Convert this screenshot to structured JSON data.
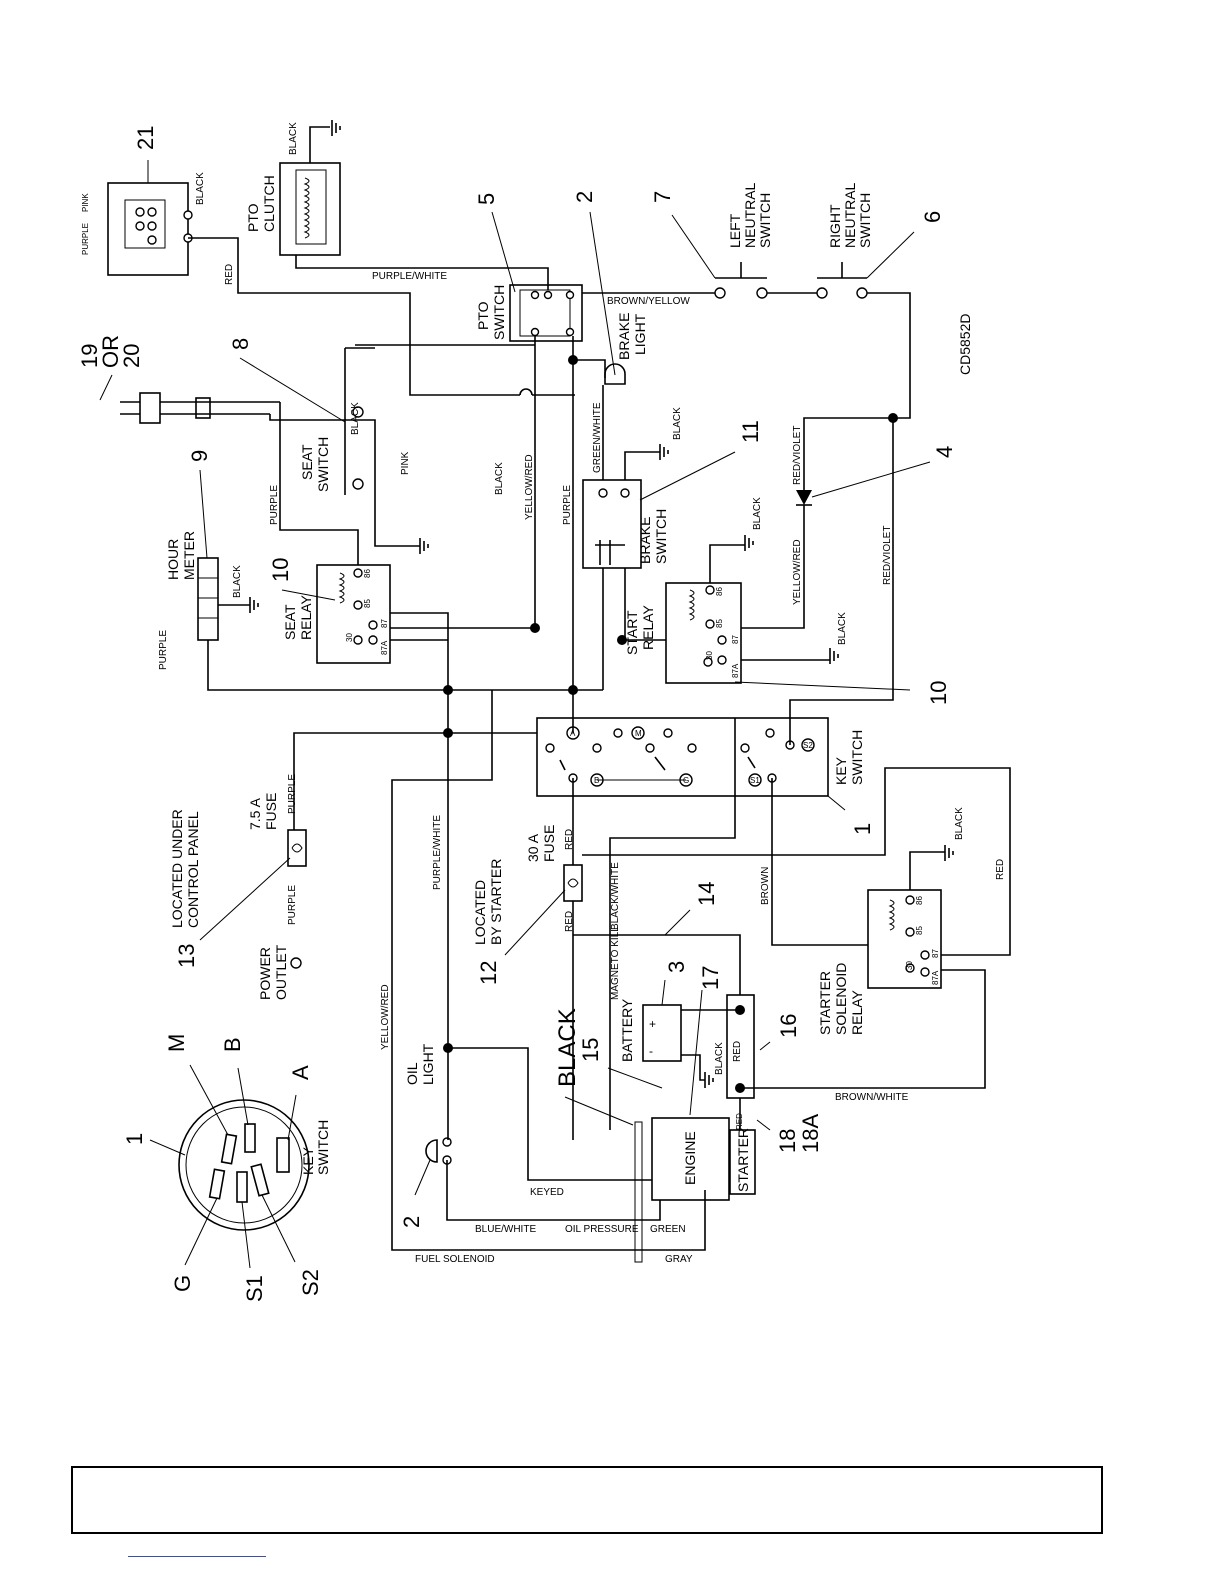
{
  "diagram": {
    "code": "CD5852D",
    "callouts": {
      "c1": "1",
      "c1b": "1",
      "c2a": "2",
      "c2b": "2",
      "c3": "3",
      "c4": "4",
      "c5": "5",
      "c6": "6",
      "c7": "7",
      "c8": "8",
      "c9": "9",
      "c10a": "10",
      "c10b": "10",
      "c11": "11",
      "c12": "12",
      "c13": "13",
      "c14": "14",
      "c15": "15",
      "c16": "16",
      "c17": "17",
      "c18": "18",
      "c18a": "18A",
      "c19": "19",
      "c19or": "OR",
      "c20": "20",
      "c21": "21"
    },
    "keyswitch_pins": {
      "M": "M",
      "B": "B",
      "A": "A",
      "G": "G",
      "S1": "S1",
      "S2": "S2",
      "label1": "KEY",
      "label2": "SWITCH"
    },
    "components": {
      "pto_clutch": [
        "PTO",
        "CLUTCH"
      ],
      "pto_switch": [
        "PTO",
        "SWITCH"
      ],
      "brake_light": [
        "BRAKE",
        "LIGHT"
      ],
      "left_neutral": [
        "LEFT",
        "NEUTRAL",
        "SWITCH"
      ],
      "right_neutral": [
        "RIGHT",
        "NEUTRAL",
        "SWITCH"
      ],
      "seat_switch": [
        "SEAT",
        "SWITCH"
      ],
      "hour_meter": [
        "HOUR",
        "METER"
      ],
      "seat_relay": [
        "SEAT",
        "RELAY"
      ],
      "brake_switch": [
        "BRAKE",
        "SWITCH"
      ],
      "start_relay": [
        "START",
        "RELAY"
      ],
      "key_switch": [
        "KEY",
        "SWITCH"
      ],
      "fuse_7_5": [
        "7.5 A",
        "FUSE"
      ],
      "fuse_30": [
        "30 A",
        "FUSE"
      ],
      "under_panel": [
        "LOCATED UNDER",
        "CONTROL PANEL"
      ],
      "by_starter": [
        "LOCATED",
        "BY STARTER"
      ],
      "power_outlet": [
        "POWER",
        "OUTLET"
      ],
      "oil_light": [
        "OIL",
        "LIGHT"
      ],
      "battery": "BATTERY",
      "engine": "ENGINE",
      "starter": "STARTER",
      "starter_solenoid": [
        "STARTER",
        "SOLENOID",
        "RELAY"
      ],
      "black_big": "BLACK"
    },
    "wires": {
      "purple_white": "PURPLE/WHITE",
      "brown_yellow": "BROWN/YELLOW",
      "red": "RED",
      "black": "BLACK",
      "pink": "PINK",
      "purple": "PURPLE",
      "yellow_red": "YELLOW/RED",
      "green_white": "GREEN/WHITE",
      "red_violet": "RED/VIOLET",
      "brown": "BROWN",
      "magneto": "MAGNETO KILL",
      "black_white": "BLACK/WHITE",
      "brown_white": "BROWN/WHITE",
      "keyed": "KEYED",
      "oil_pressure": "OIL PRESSURE",
      "blue_white": "BLUE/WHITE",
      "green": "GREEN",
      "fuel_solenoid": "FUEL SOLENOID",
      "gray": "GRAY"
    },
    "relay_pins": {
      "p86": "86",
      "p85": "85",
      "p87": "87",
      "p87a": "87A",
      "p30": "30"
    },
    "pins": {
      "n1": "1",
      "n2": "2",
      "n3": "3",
      "n4": "4",
      "n6": "6",
      "n7": "7",
      "plus": "+",
      "minus": "-",
      "ground": "-"
    },
    "key_terms": {
      "A": "A",
      "B": "B",
      "M": "M",
      "G": "G",
      "S1": "S1",
      "S2": "S2"
    }
  }
}
